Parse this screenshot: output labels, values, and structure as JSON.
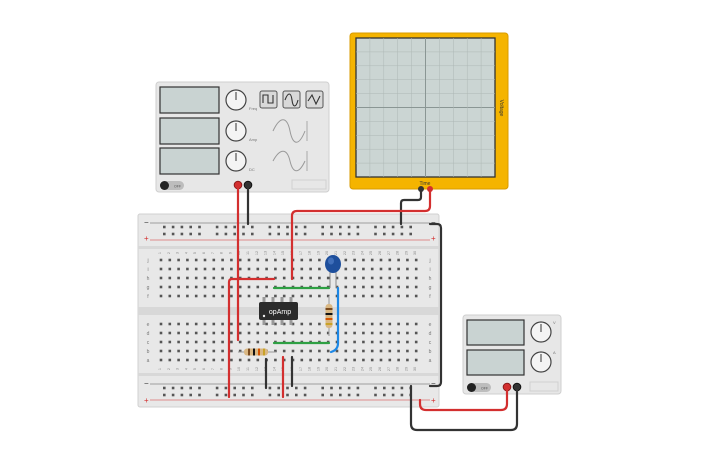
{
  "function_generator": {
    "off_label": "OFF",
    "knob_labels": [
      "Freq",
      "Amp",
      "DC"
    ]
  },
  "oscilloscope": {
    "time_label": "Time",
    "voltage_label": "Voltage"
  },
  "power_supply": {
    "off_label": "OFF",
    "knob_labels": [
      "V",
      "A"
    ]
  },
  "breadboard": {
    "top_rows": [
      "j",
      "i",
      "h",
      "g",
      "f"
    ],
    "bottom_rows": [
      "e",
      "d",
      "c",
      "b",
      "a"
    ],
    "columns": [
      "1",
      "2",
      "3",
      "4",
      "5",
      "6",
      "7",
      "8",
      "9",
      "10",
      "11",
      "12",
      "13",
      "14",
      "15",
      "16",
      "17",
      "18",
      "19",
      "20",
      "21",
      "22",
      "23",
      "24",
      "25",
      "26",
      "27",
      "28",
      "29",
      "30"
    ],
    "rail_minus": "−",
    "rail_plus": "+"
  },
  "opamp": {
    "label": "opAmp"
  },
  "colors": {
    "red_wire": "#d32f2f",
    "black_wire": "#333333",
    "green_wire": "#2ea043",
    "blue_wire": "#1e88e5",
    "scope_frame": "#f5b400",
    "screen": "#cbd5d3"
  }
}
